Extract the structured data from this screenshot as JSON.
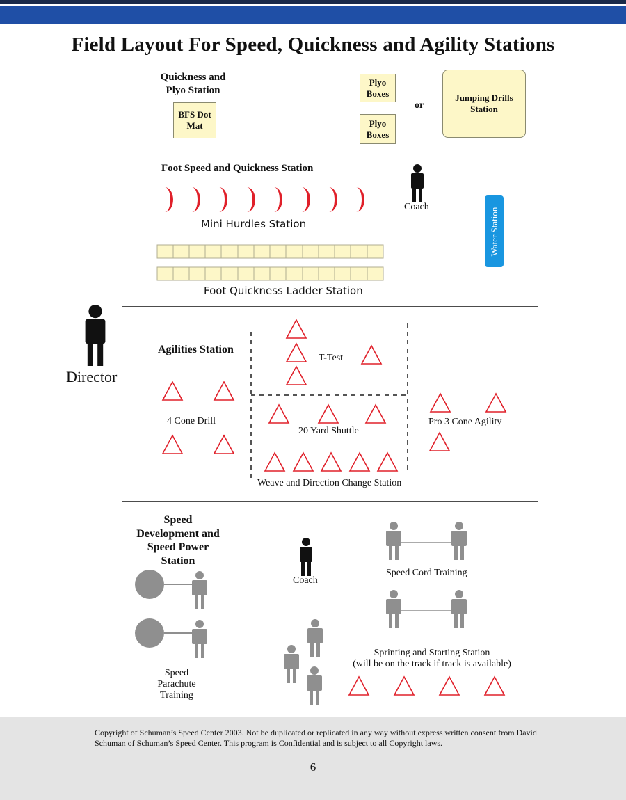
{
  "title": "Field Layout For Speed, Quickness and Agility Stations",
  "quickness_plyo": {
    "heading_line1": "Quickness and",
    "heading_line2": "Plyo Station",
    "dot_mat_line1": "BFS Dot",
    "dot_mat_line2": "Mat"
  },
  "plyo_boxes": {
    "box1_line1": "Plyo",
    "box1_line2": "Boxes",
    "box2_line1": "Plyo",
    "box2_line2": "Boxes",
    "or": "or"
  },
  "jumping": {
    "line1": "Jumping Drills",
    "line2": "Station"
  },
  "foot_speed": {
    "heading": "Foot Speed and Quickness Station",
    "coach": "Coach"
  },
  "mini_hurdles": {
    "label": "Mini Hurdles Station",
    "color": "#e0202a"
  },
  "ladder": {
    "label": "Foot Quickness Ladder Station"
  },
  "water": {
    "label": "Water Station",
    "color": "#1996e0"
  },
  "director": {
    "label": "Director"
  },
  "agilities": {
    "heading": "Agilities Station",
    "t_test": "T-Test",
    "four_cone": "4 Cone Drill",
    "shuttle": "20 Yard Shuttle",
    "pro3": "Pro 3 Cone Agility",
    "weave": "Weave and Direction Change Station",
    "cone_color": "#e0202a"
  },
  "speed_dev": {
    "heading_line1": "Speed",
    "heading_line2": "Development and",
    "heading_line3": "Speed Power",
    "heading_line4": "Station",
    "coach": "Coach",
    "cord": "Speed Cord Training",
    "parachute_line1": "Speed",
    "parachute_line2": "Parachute",
    "parachute_line3": "Training",
    "sprint_line1": "Sprinting and Starting Station",
    "sprint_line2": "(will be on the track if track is available)"
  },
  "footer": {
    "copyright": "Copyright of Schuman’s Speed Center 2003. Not be duplicated or replicated in any way without express written consent from David Schuman of Schuman’s Speed Center. This program is Confidential and is subject to all Copyright laws.",
    "page_number": "6"
  }
}
